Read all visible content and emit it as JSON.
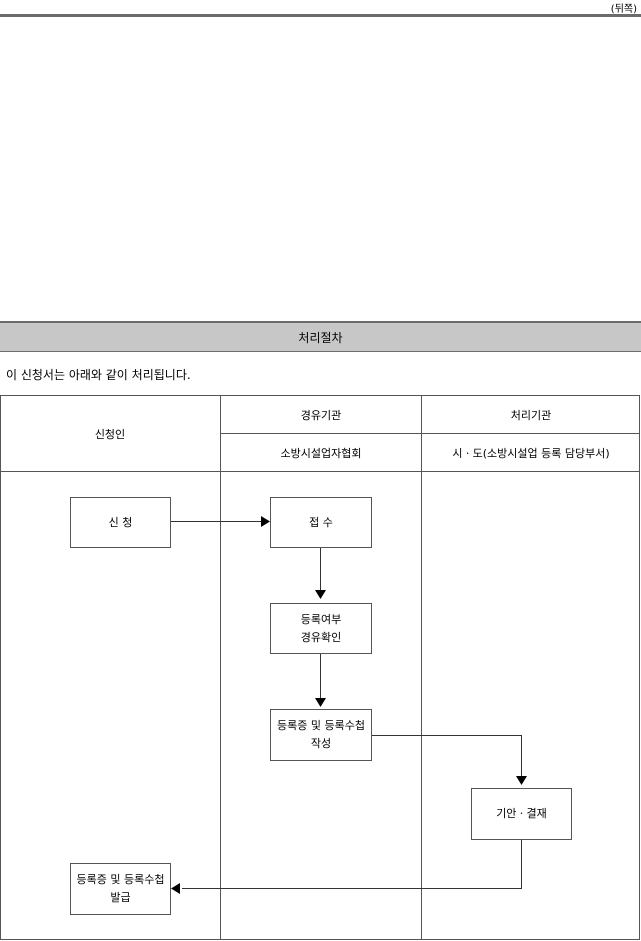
{
  "page": {
    "back_label": "(뒤쪽)"
  },
  "section": {
    "title": "처리절차"
  },
  "intro": "이 신청서는 아래와 같이 처리됩니다.",
  "table": {
    "applicant_header": "신청인",
    "via_header": "경유기관",
    "via_sub": "소방시설업자협회",
    "process_header": "처리기관",
    "process_sub": "시ㆍ도(소방시설업 등록 담당부서)"
  },
  "flow": {
    "apply": "신  청",
    "receive": "접  수",
    "verify": "등록여부\n경유확인",
    "prepare": "등록증 및 등록수첩\n작성",
    "approve": "기안ㆍ결재",
    "issue": "등록증 및 등록수첩\n발급"
  }
}
